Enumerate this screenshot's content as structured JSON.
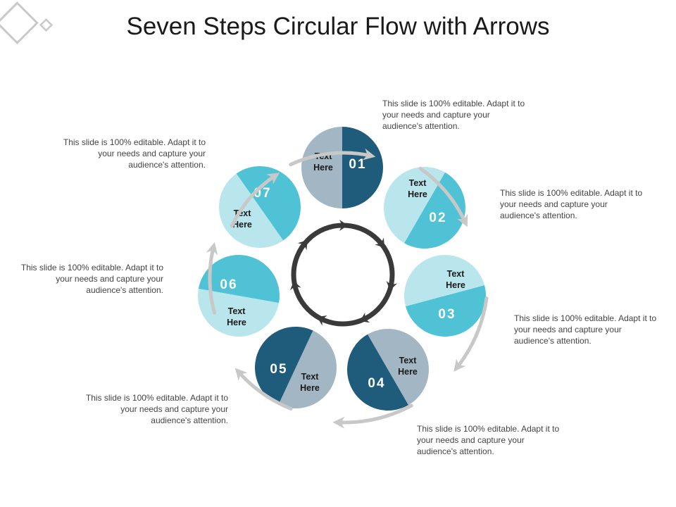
{
  "title": "Seven Steps Circular Flow with Arrows",
  "colors": {
    "dark": "#1f5b7a",
    "grey": "#a2b6c3",
    "teal": "#4fc2d5",
    "light": "#b9e5ed",
    "arrow": "#c8c8c8",
    "ring": "#3a3a3a"
  },
  "steps": [
    {
      "number": "01",
      "label_line1": "Text",
      "label_line2": "Here",
      "description": "This slide is 100% editable.  Adapt it to your needs and capture your audience's attention."
    },
    {
      "number": "02",
      "label_line1": "Text",
      "label_line2": "Here",
      "description": "This slide is 100% editable.  Adapt it to your needs and capture your audience's attention."
    },
    {
      "number": "03",
      "label_line1": "Text",
      "label_line2": "Here",
      "description": "This slide is 100% editable.  Adapt it to your needs and capture your audience's attention."
    },
    {
      "number": "04",
      "label_line1": "Text",
      "label_line2": "Here",
      "description": "This slide is 100% editable.  Adapt it to your needs and capture your audience's attention."
    },
    {
      "number": "05",
      "label_line1": "Text",
      "label_line2": "Here",
      "description": "This slide is 100% editable.  Adapt it to your needs and capture your audience's attention."
    },
    {
      "number": "06",
      "label_line1": "Text",
      "label_line2": "Here",
      "description": "This slide is 100% editable.  Adapt it to your needs and capture your audience's attention."
    },
    {
      "number": "07",
      "label_line1": "Text",
      "label_line2": "Here",
      "description": "This slide is 100% editable.  Adapt it to your needs and capture your audience's attention."
    }
  ]
}
